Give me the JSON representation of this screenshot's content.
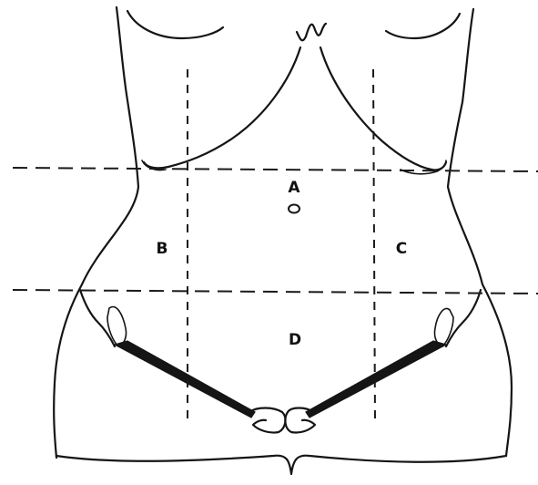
{
  "labels": {
    "a": "A",
    "b": "B",
    "c": "C",
    "d": "D"
  },
  "colors": {
    "line": "#151515",
    "background": "#ffffff"
  }
}
